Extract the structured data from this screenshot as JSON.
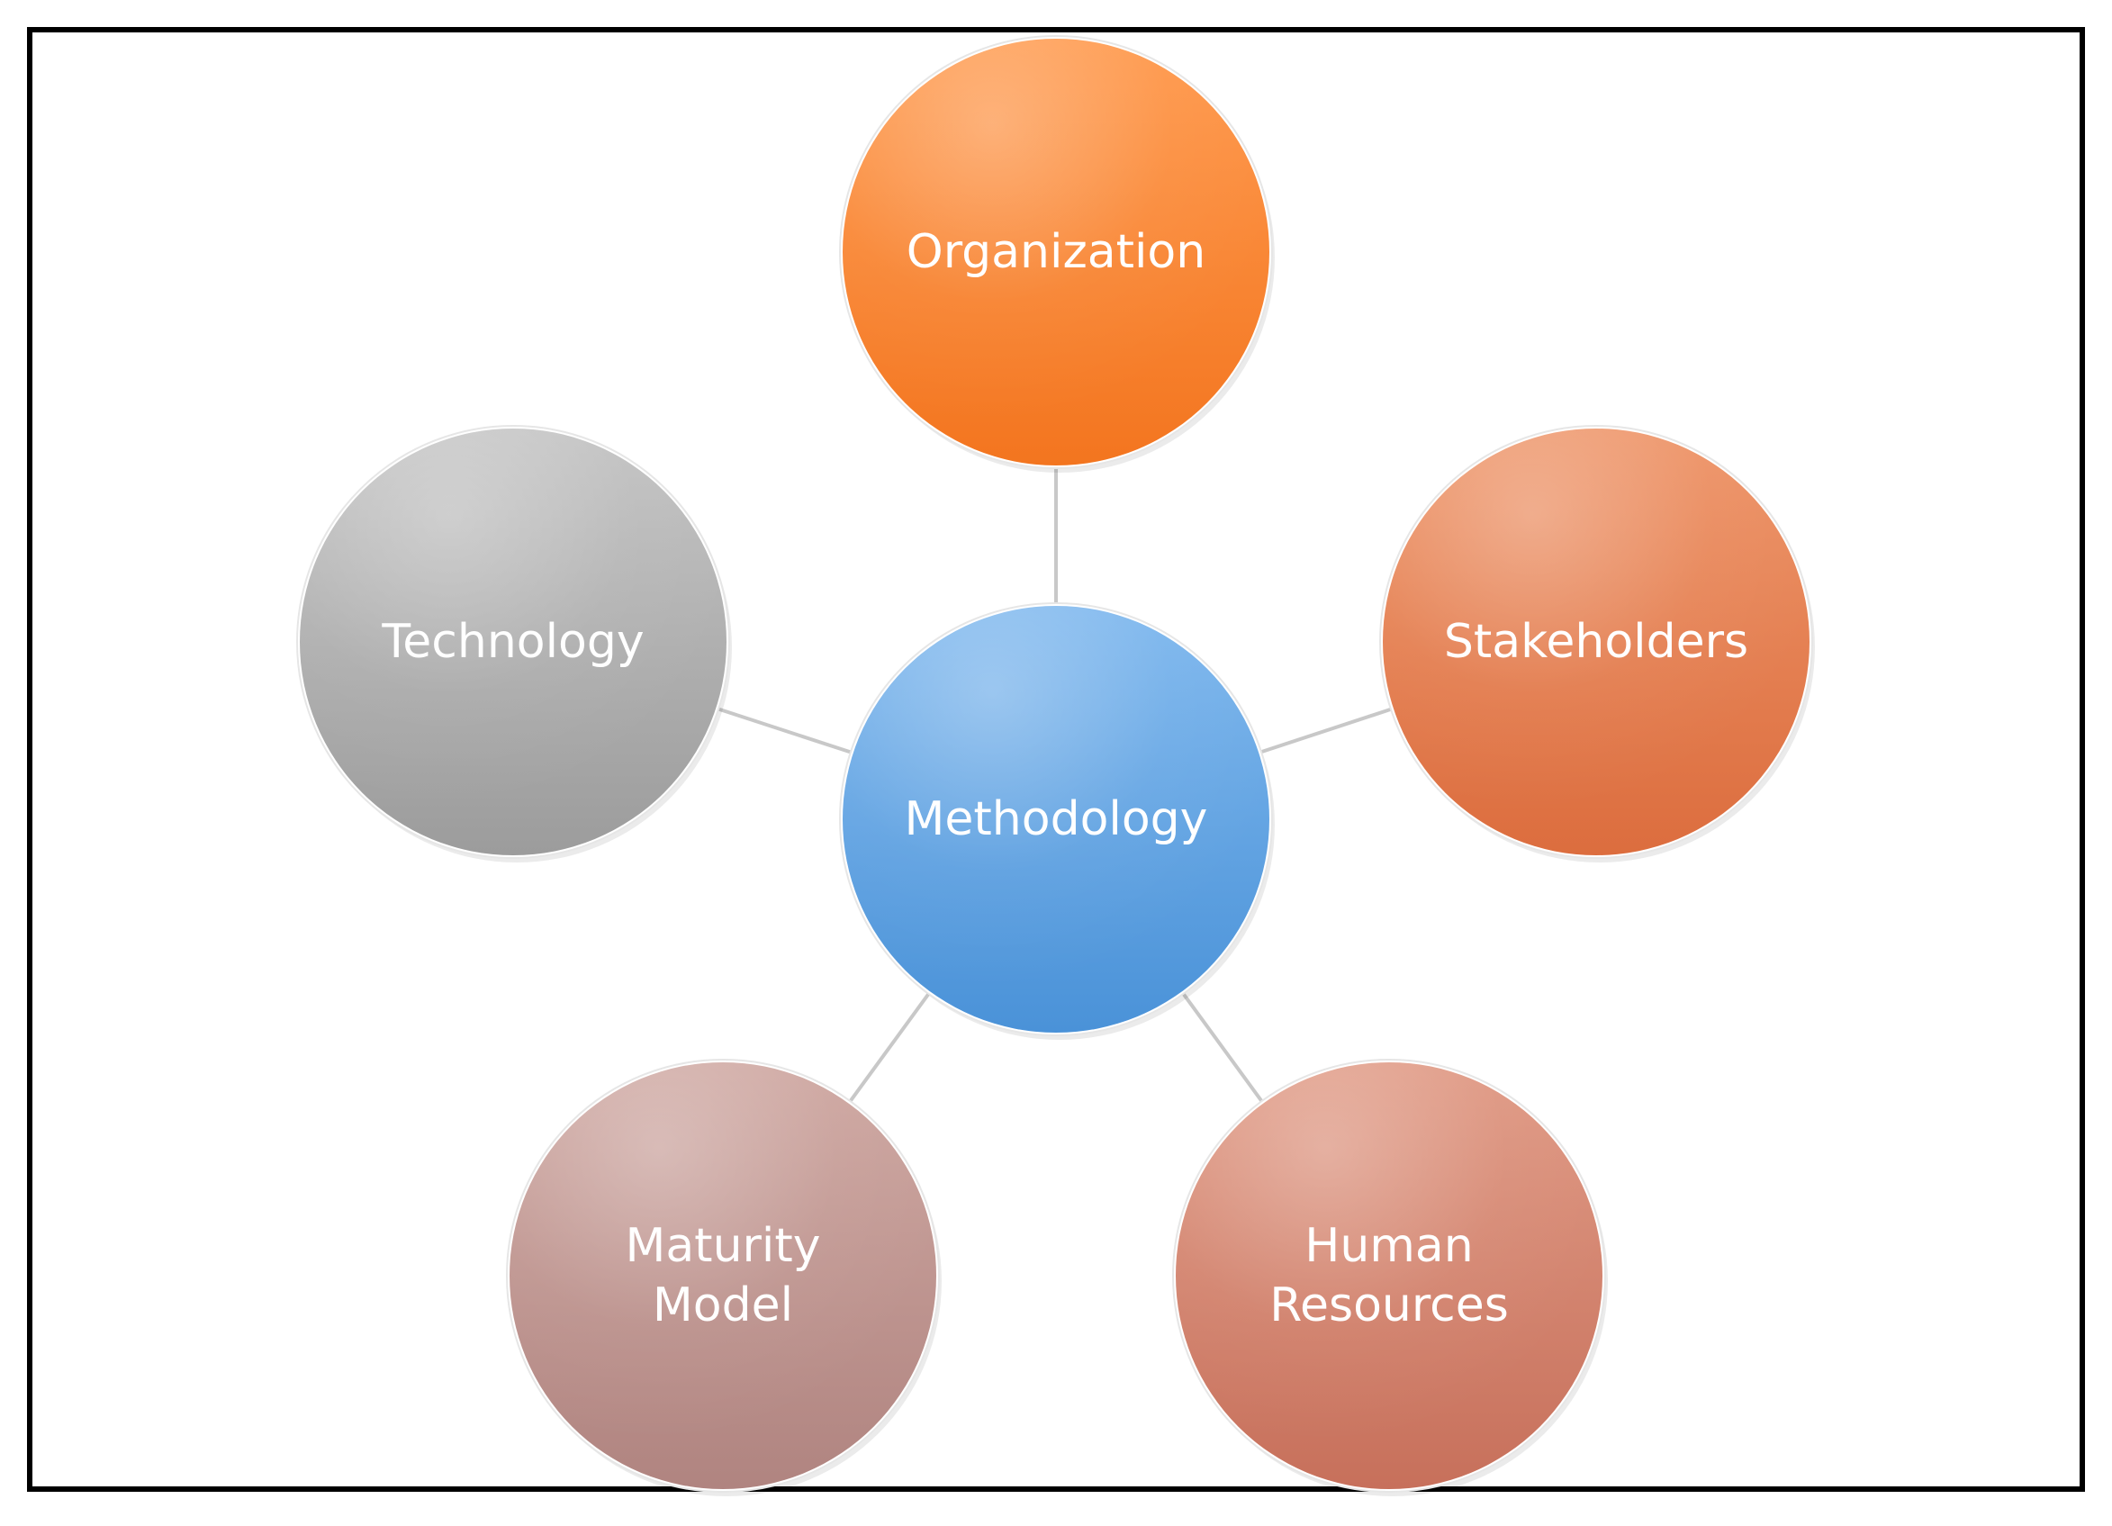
{
  "diagram": {
    "center": {
      "id": "methodology",
      "label": [
        "Methodology"
      ],
      "color_top": "#7fb8ee",
      "color_bottom": "#4a92d8"
    },
    "nodes": [
      {
        "id": "organization",
        "label": [
          "Organization"
        ],
        "color_top": "#ff9a4e",
        "color_bottom": "#f3751f"
      },
      {
        "id": "stakeholders",
        "label": [
          "Stakeholders"
        ],
        "color_top": "#ee9569",
        "color_bottom": "#dc6d3e"
      },
      {
        "id": "human-resources",
        "label": [
          "Human",
          "Resources"
        ],
        "color_top": "#e09a85",
        "color_bottom": "#c7705b"
      },
      {
        "id": "maturity-model",
        "label": [
          "Maturity",
          "Model"
        ],
        "color_top": "#cfa8a2",
        "color_bottom": "#b08480"
      },
      {
        "id": "technology",
        "label": [
          "Technology"
        ],
        "color_top": "#c4c4c4",
        "color_bottom": "#9c9c9c"
      }
    ],
    "connector_color": "#c8c8c8",
    "frame_color": "#000000"
  }
}
